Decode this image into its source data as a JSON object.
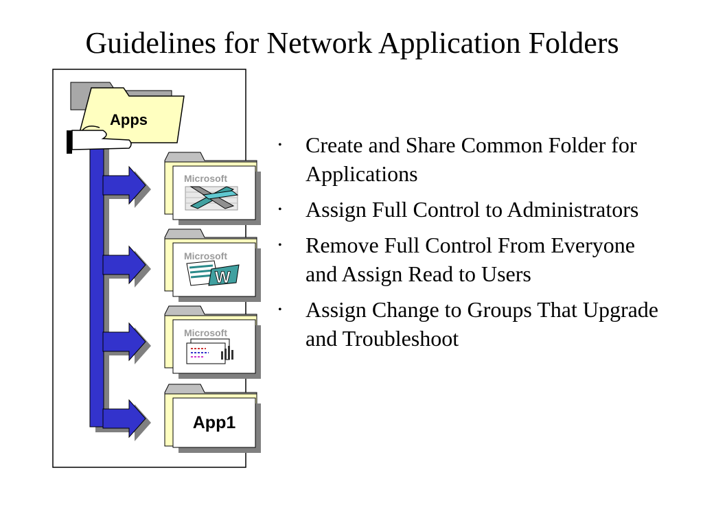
{
  "slide": {
    "title": "Guidelines for Network Application Folders",
    "bullets": [
      "Create and Share Common Folder for Applications",
      "Assign Full Control to Administrators",
      "Remove Full Control From Everyone and Assign Read to Users",
      "Assign Change to Groups That Upgrade and Troubleshoot"
    ],
    "bullet_glyph": "•"
  },
  "diagram": {
    "root_folder_label": "Apps",
    "subfolders": [
      {
        "label": "Microsoft",
        "icon": "excel-icon"
      },
      {
        "label": "Microsoft",
        "icon": "word-icon"
      },
      {
        "label": "Microsoft",
        "icon": "powerpoint-icon"
      },
      {
        "label": "App1",
        "icon": null
      }
    ],
    "colors": {
      "folder_fill": "#ffffc0",
      "arrow_blue": "#3333cc",
      "label_gray": "#9a9a9a"
    }
  }
}
